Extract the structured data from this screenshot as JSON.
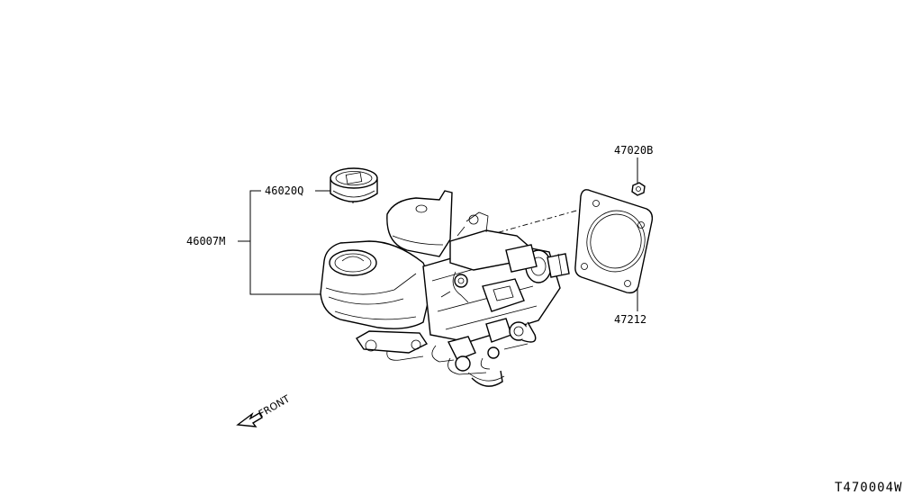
{
  "parts": {
    "reservoir_cap": "46020Q",
    "reservoir_tank": "46007M",
    "nut": "47020B",
    "gasket": "47212"
  },
  "front_label": "FRONT",
  "diagram_code": "T470004W"
}
